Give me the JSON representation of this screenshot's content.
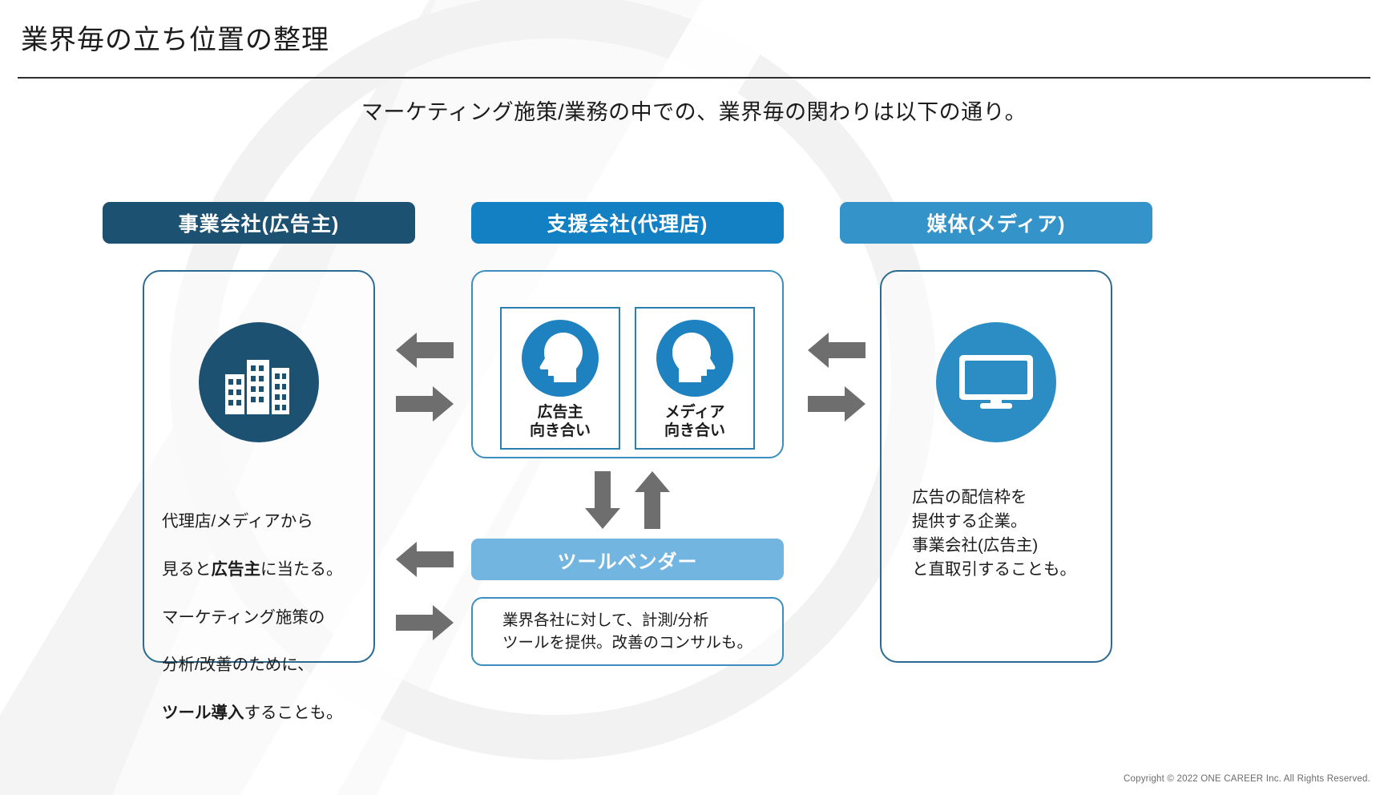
{
  "slide": {
    "title": "業界毎の立ち位置の整理",
    "subtitle": "マーケティング施策/業務の中での、業界毎の関わりは以下の通り。",
    "copyright": "Copyright © 2022 ONE CAREER Inc. All Rights Reserved."
  },
  "colors": {
    "advertiser_header": "#1d5172",
    "agency_header": "#1380c4",
    "media_header": "#3494c9",
    "toolvendor": "#72b5e0",
    "card_border": "#2a6b8f",
    "arrow_gray": "#6e6e6e",
    "rule": "#2e2e2e",
    "text": "#1c1c1c"
  },
  "columns": {
    "advertiser": {
      "header": "事業会社(広告主)",
      "icon": "building-icon",
      "body_line1": "代理店/メディアから",
      "body_line2_pre": "見ると",
      "body_line2_bold": "広告主",
      "body_line2_post": "に当たる。",
      "body_line3": "マーケティング施策の",
      "body_line4": "分析/改善のために、",
      "body_line5_bold": "ツール導入",
      "body_line5_post": "することも。"
    },
    "agency": {
      "header": "支援会社(代理店)",
      "sub_boxes": [
        {
          "icon": "head-profile-left-icon",
          "label": "広告主\n向き合い"
        },
        {
          "icon": "head-profile-right-icon",
          "label": "メディア\n向き合い"
        }
      ]
    },
    "media": {
      "header": "媒体(メディア)",
      "icon": "monitor-icon",
      "body": "広告の配信枠を\n提供する企業。\n事業会社(広告主)\nと直取引することも。"
    },
    "toolvendor": {
      "header": "ツールベンダー",
      "body": "業界各社に対して、計測/分析\nツールを提供。改善のコンサルも。"
    }
  },
  "arrows": [
    {
      "name": "arrow-agency-to-advertiser",
      "direction": "left"
    },
    {
      "name": "arrow-advertiser-to-agency",
      "direction": "right"
    },
    {
      "name": "arrow-media-to-agency",
      "direction": "left"
    },
    {
      "name": "arrow-agency-to-media",
      "direction": "right"
    },
    {
      "name": "arrow-agency-to-toolvendor",
      "direction": "down"
    },
    {
      "name": "arrow-toolvendor-to-agency",
      "direction": "up"
    },
    {
      "name": "arrow-toolvendor-to-advertiser",
      "direction": "left"
    },
    {
      "name": "arrow-advertiser-to-toolvendor",
      "direction": "right"
    }
  ]
}
